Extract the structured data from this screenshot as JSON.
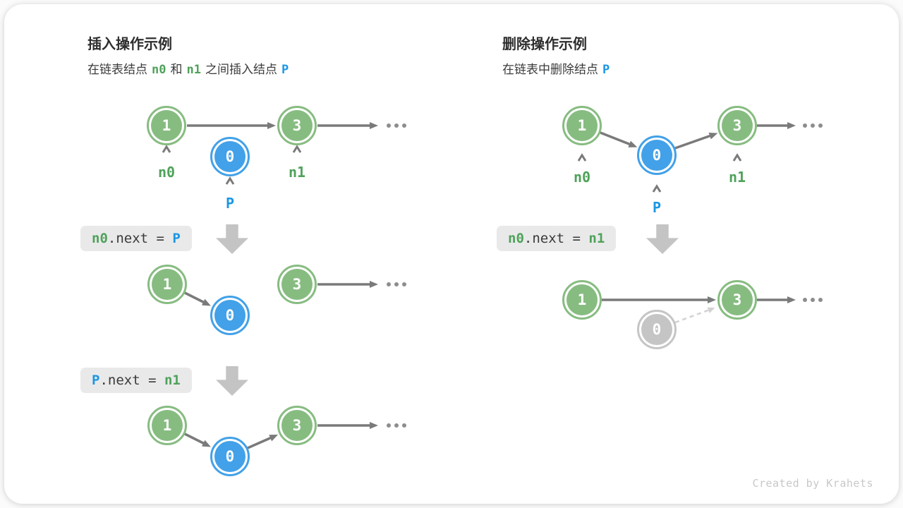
{
  "insert": {
    "title": "插入操作示例",
    "subtitle": {
      "pre": "在链表结点",
      "n0": "n0",
      "and": "和",
      "n1": "n1",
      "post": "之间插入结点",
      "p": "P"
    },
    "step1": {
      "lhs": "n0",
      "mid": ".next = ",
      "rhs": "P"
    },
    "step2": {
      "lhs": "P",
      "mid": ".next = ",
      "rhs": "n1"
    },
    "node1": "1",
    "node3": "3",
    "nodeP": "0",
    "label_n0": "n0",
    "label_n1": "n1",
    "label_p": "P",
    "ellipsis": "..."
  },
  "delete": {
    "title": "删除操作示例",
    "subtitle": {
      "pre": "在链表中删除结点",
      "p": "P"
    },
    "step1": {
      "lhs": "n0",
      "mid": ".next = ",
      "rhs": "n1"
    },
    "node1": "1",
    "node3": "3",
    "nodeP": "0",
    "label_n0": "n0",
    "label_n1": "n1",
    "label_p": "P",
    "ellipsis": "..."
  },
  "footer": {
    "credit": "Created by Krahets"
  },
  "colors": {
    "green_node": "#87BC81",
    "blue_node": "#42A1E8",
    "gray_node": "#C5C5C5",
    "green_text": "#4FA25A",
    "blue_text": "#1B96E4",
    "arrow": "#7A7A7A",
    "chip_bg": "#E9E9EA",
    "block_arrow": "#C4C4C4",
    "dash": "#D2D2D2"
  }
}
